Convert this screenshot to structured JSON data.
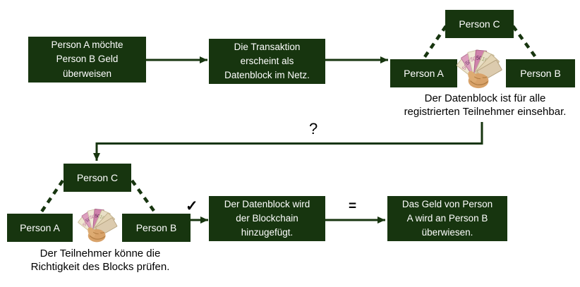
{
  "title": "Blockchain Transaktion Ablaufdiagramm",
  "colors": {
    "box_fill": "#17350f",
    "line_green": "#1a3d12",
    "box_text": "#ffffff",
    "caption_text": "#000000"
  },
  "steps": {
    "step1": {
      "lines": [
        "Person A möchte",
        "Person B Geld",
        "überweisen"
      ]
    },
    "step2": {
      "lines": [
        "Die Transaktion",
        "erscheint als",
        "Datenblock im Netz."
      ]
    },
    "step5": {
      "lines": [
        "Der Datenblock wird",
        "der Blockchain",
        "hinzugefügt."
      ]
    },
    "step6": {
      "lines": [
        "Das Geld von Person",
        "A wird an Person B",
        "überwiesen."
      ]
    }
  },
  "network_top": {
    "person_a": "Person A",
    "person_b": "Person B",
    "person_c": "Person C",
    "caption": {
      "lines": [
        "Der Datenblock ist für alle",
        "registrierten Teilnehmer einsehbar."
      ]
    }
  },
  "network_bottom": {
    "person_a": "Person A",
    "person_b": "Person B",
    "person_c": "Person C",
    "caption": {
      "lines": [
        "Der Teilnehmer könne die",
        "Richtigkeit des Blocks prüfen."
      ]
    }
  },
  "symbols": {
    "question_mark": "?",
    "check_mark": "✓",
    "equals_sign": "="
  },
  "icons": {
    "money_fan": "euro-banknotes-fan-icon"
  }
}
